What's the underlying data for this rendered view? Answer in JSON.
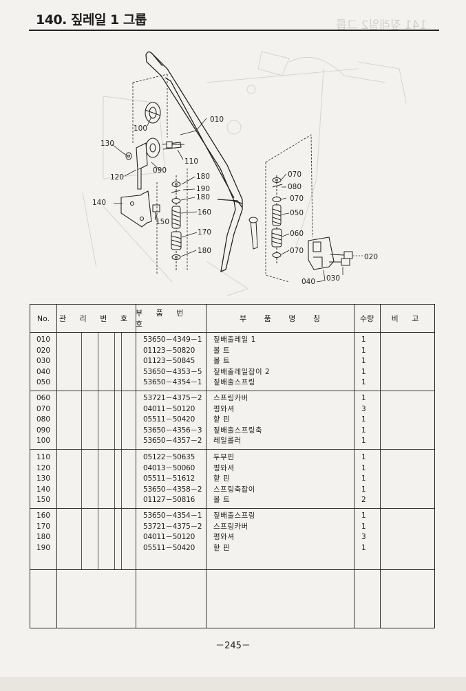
{
  "header": {
    "title": "140. 짚레일 1 그룹",
    "ghost_title": "141 짚레일2 그룹"
  },
  "diagram": {
    "callouts": [
      "010",
      "020",
      "030",
      "040",
      "050",
      "060",
      "070",
      "070",
      "070",
      "080",
      "090",
      "100",
      "110",
      "120",
      "130",
      "140",
      "150",
      "160",
      "170",
      "180",
      "180",
      "180",
      "190"
    ]
  },
  "table": {
    "headers": {
      "no": "No.",
      "mgmt": "관 리 번 호",
      "part_no": "부 품 번 호",
      "part_name": "부 품 명 칭",
      "qty": "수량",
      "remarks": "비 고"
    },
    "groups": [
      {
        "rows": [
          {
            "no": "010",
            "part_no": "53650－4349－1",
            "name": "짚배출레일 1",
            "qty": "1"
          },
          {
            "no": "020",
            "part_no": "01123－50820",
            "name": "볼 트",
            "qty": "1"
          },
          {
            "no": "030",
            "part_no": "01123－50845",
            "name": "볼 트",
            "qty": "1"
          },
          {
            "no": "040",
            "part_no": "53650－4353－5",
            "name": "짚배출레일잡이 2",
            "qty": "1"
          },
          {
            "no": "050",
            "part_no": "53650－4354－1",
            "name": "짚배출스프링",
            "qty": "1"
          }
        ]
      },
      {
        "rows": [
          {
            "no": "060",
            "part_no": "53721－4375－2",
            "name": "스프링카버",
            "qty": "1"
          },
          {
            "no": "070",
            "part_no": "04011－50120",
            "name": "평와셔",
            "qty": "3"
          },
          {
            "no": "080",
            "part_no": "05511－50420",
            "name": "핟 핀",
            "qty": "1"
          },
          {
            "no": "090",
            "part_no": "53650－4356－3",
            "name": "짚배출스프링축",
            "qty": "1"
          },
          {
            "no": "100",
            "part_no": "53650－4357－2",
            "name": "레일롤러",
            "qty": "1"
          }
        ]
      },
      {
        "rows": [
          {
            "no": "110",
            "part_no": "05122－50635",
            "name": "두부핀",
            "qty": "1"
          },
          {
            "no": "120",
            "part_no": "04013－50060",
            "name": "평와셔",
            "qty": "1"
          },
          {
            "no": "130",
            "part_no": "05511－51612",
            "name": "핟 핀",
            "qty": "1"
          },
          {
            "no": "140",
            "part_no": "53650－4358－2",
            "name": "스프링축잡이",
            "qty": "1"
          },
          {
            "no": "150",
            "part_no": "01127－50816",
            "name": "볼 트",
            "qty": "2"
          }
        ]
      },
      {
        "rows": [
          {
            "no": "160",
            "part_no": "53650－4354－1",
            "name": "짚배출스프링",
            "qty": "1"
          },
          {
            "no": "170",
            "part_no": "53721－4375－2",
            "name": "스프링카버",
            "qty": "1"
          },
          {
            "no": "180",
            "part_no": "04011－50120",
            "name": "평와셔",
            "qty": "3"
          },
          {
            "no": "190",
            "part_no": "05511－50420",
            "name": "핟 핀",
            "qty": "1"
          }
        ]
      },
      {
        "rows": []
      }
    ]
  },
  "footer": {
    "page_number": "－245－"
  }
}
